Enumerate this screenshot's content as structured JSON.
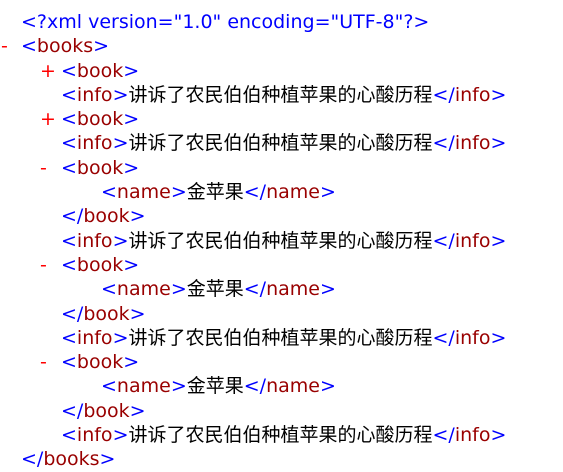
{
  "declaration": "<?xml version=\"1.0\" encoding=\"UTF-8\"?>",
  "root": {
    "name": "books",
    "toggle": "-",
    "close_name": "books"
  },
  "nodes": [
    {
      "type": "collapsed",
      "toggle": "+",
      "name": "book"
    },
    {
      "type": "leaf",
      "name": "info",
      "text": "讲诉了农民伯伯种植苹果的心酸历程",
      "close_name": "info"
    },
    {
      "type": "collapsed",
      "toggle": "+",
      "name": "book"
    },
    {
      "type": "leaf",
      "name": "info",
      "text": "讲诉了农民伯伯种植苹果的心酸历程",
      "close_name": "info"
    },
    {
      "type": "expanded",
      "toggle": "-",
      "name": "book",
      "child": {
        "name": "name",
        "text": "金苹果",
        "close_name": "name"
      },
      "close_name": "book"
    },
    {
      "type": "leaf",
      "name": "info",
      "text": "讲诉了农民伯伯种植苹果的心酸历程",
      "close_name": "info"
    },
    {
      "type": "expanded",
      "toggle": "-",
      "name": "book",
      "child": {
        "name": "name",
        "text": "金苹果",
        "close_name": "name"
      },
      "close_name": "book"
    },
    {
      "type": "leaf",
      "name": "info",
      "text": "讲诉了农民伯伯种植苹果的心酸历程",
      "close_name": "info"
    },
    {
      "type": "expanded",
      "toggle": "-",
      "name": "book",
      "child": {
        "name": "name",
        "text": "金苹果",
        "close_name": "name"
      },
      "close_name": "book"
    },
    {
      "type": "leaf",
      "name": "info",
      "text": "讲诉了农民伯伯种植苹果的心酸历程",
      "close_name": "info"
    }
  ],
  "colors": {
    "bracket": "#0000ff",
    "element_name": "#990000",
    "toggle": "#ff0000",
    "text": "#000000"
  }
}
